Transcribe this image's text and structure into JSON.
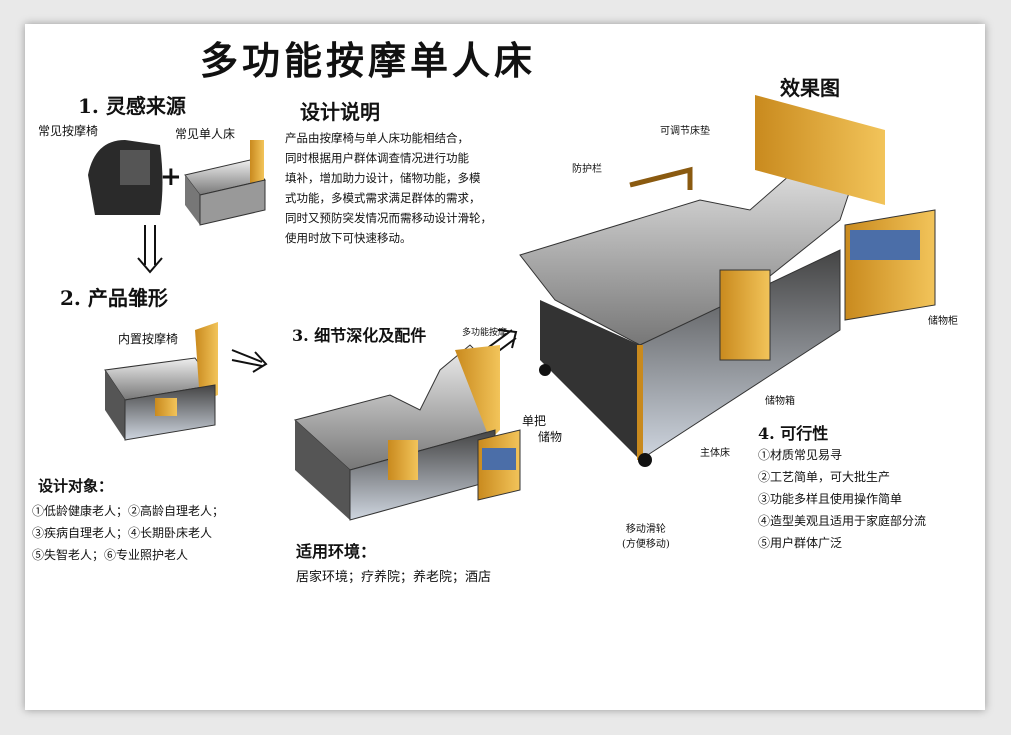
{
  "title": "多功能按摩单人床",
  "section1": {
    "heading": "1. 灵感来源",
    "chair_label": "常见按摩椅",
    "bed_label": "常见单人床",
    "plus": "+"
  },
  "section2": {
    "heading": "2. 产品雏形",
    "label": "内置按摩椅"
  },
  "design_note": {
    "heading": "设计说明",
    "lines": [
      "产品由按摩椅与单人床功能相结合，",
      "同时根据用户群体调查情况进行功能",
      "填补，增加助力设计，储物功能，多模",
      "式功能，多模式需求满足群体的需求，",
      "同时又预防突发情况而需移动设计滑轮，",
      "使用时放下可快速移动。"
    ]
  },
  "section3": {
    "heading": "3. 细节深化及配件",
    "labels": {
      "massage": "多功能按摩",
      "single": "单把",
      "storage": "储物"
    }
  },
  "targets": {
    "heading": "设计对象：",
    "lines": [
      "①低龄健康老人；②高龄自理老人；",
      "③疾病自理老人；④长期卧床老人",
      "⑤失智老人；⑥专业照护老人"
    ]
  },
  "environment": {
    "heading": "适用环境：",
    "text": "居家环境；疗养院；养老院；酒店"
  },
  "effect": {
    "heading": "效果图",
    "labels": {
      "rail": "防护栏",
      "mattress": "可调节床垫",
      "cabinet": "储物柜",
      "box": "储物箱",
      "main": "主体床",
      "wheel": "移动滑轮\n(方便移动)"
    }
  },
  "feasibility": {
    "heading": "4. 可行性",
    "lines": [
      "①材质常见易寻",
      "②工艺简单，可大批生产",
      "③功能多样且使用操作简单",
      "④造型美观且适用于家庭部分流",
      "⑤用户群体广泛"
    ]
  }
}
